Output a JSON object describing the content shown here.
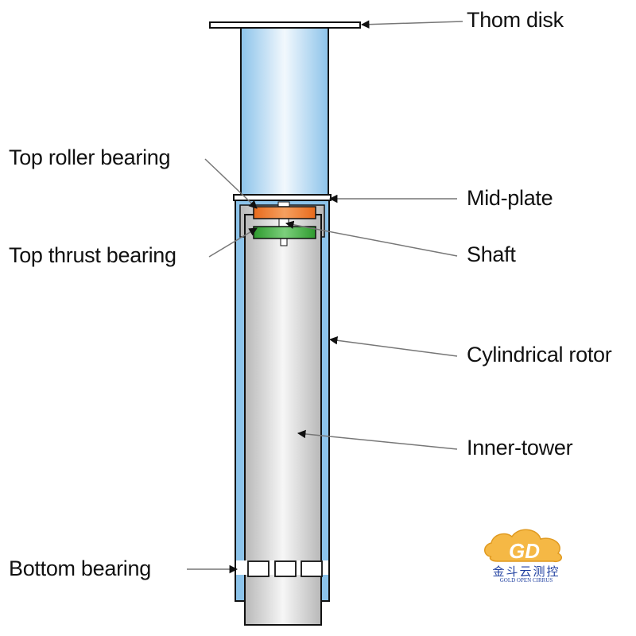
{
  "labels": {
    "thom_disk": "Thom disk",
    "top_roller_bearing": "Top roller bearing",
    "mid_plate": "Mid-plate",
    "top_thrust_bearing": "Top thrust bearing",
    "shaft": "Shaft",
    "cylindrical_rotor": "Cylindrical rotor",
    "inner_tower": "Inner-tower",
    "bottom_bearing": "Bottom bearing"
  },
  "watermark": {
    "logo_text": "GD",
    "chinese": "金斗云测控",
    "english": "GOLD OPEN CIRRUS"
  },
  "colors": {
    "rotor_blue": "#8cc3ea",
    "roller_orange": "#ee7b2e",
    "thrust_green": "#3aa53a",
    "tower_gray": "#c8c8c8",
    "logo_orange": "#f0a030",
    "logo_blue": "#1f3fa0"
  }
}
